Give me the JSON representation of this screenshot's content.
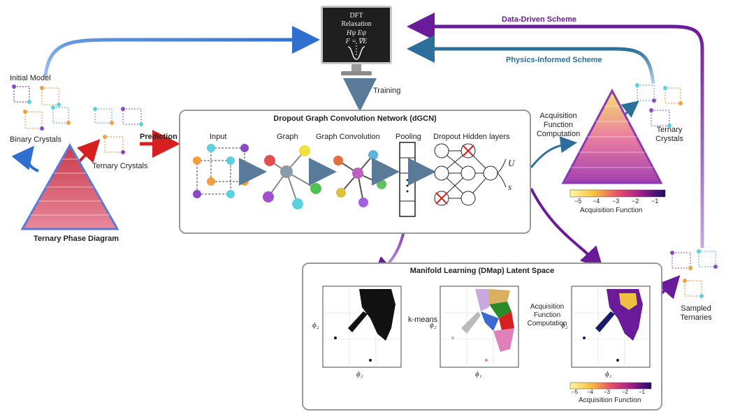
{
  "top": {
    "monitor": {
      "line1": "DFT",
      "line2": "Relaxation",
      "eq1": "Hψ   Eψ",
      "eq2": "F =  ∇E"
    },
    "data_driven_label": "Data-Driven Scheme",
    "physics_informed_label": "Physics-Informed Scheme",
    "training_label": "Training"
  },
  "left": {
    "initial_model": "Initial Model",
    "binary_crystals": "Binary Crystals",
    "ternary_crystals": "Ternary Crystals",
    "prediction": "Prediction",
    "phase_diagram": "Ternary Phase Diagram"
  },
  "dgcn": {
    "title": "Dropout Graph Convolution Network (dGCN)",
    "stages": [
      "Input",
      "Graph",
      "Graph Convolution",
      "Pooling",
      "Dropout Hidden layers"
    ],
    "out_mu": "U",
    "out_sigma": "s"
  },
  "right": {
    "acq_computation": "Acquisition\nFunction\nComputation",
    "ternary_crystals": "Ternary\nCrystals",
    "colorbar_ticks": [
      "−5",
      "−4",
      "−3",
      "−2",
      "−1"
    ],
    "colorbar_label": "Acquisition Function",
    "sampled_ternaries": "Sampled\nTernaries"
  },
  "dmap": {
    "title": "Manifold Learning (DMap) Latent Space",
    "kmeans": "k-means",
    "acq_computation": "Acquisition\nFunction\nComputation",
    "axis_x": "ϕ₁",
    "axis_y": "ϕ₂",
    "colorbar_ticks": [
      "−5",
      "−4",
      "−3",
      "−2",
      "−1"
    ],
    "colorbar_label": "Acquisition Function"
  },
  "colors": {
    "blue_arrow": "#2f6fd0",
    "purple_arrow": "#6a1b9a",
    "teal_arrow": "#2b6f9a",
    "red_arrow": "#d62020",
    "node_blue": "#6a86d8",
    "node_red": "#e06a6a"
  }
}
